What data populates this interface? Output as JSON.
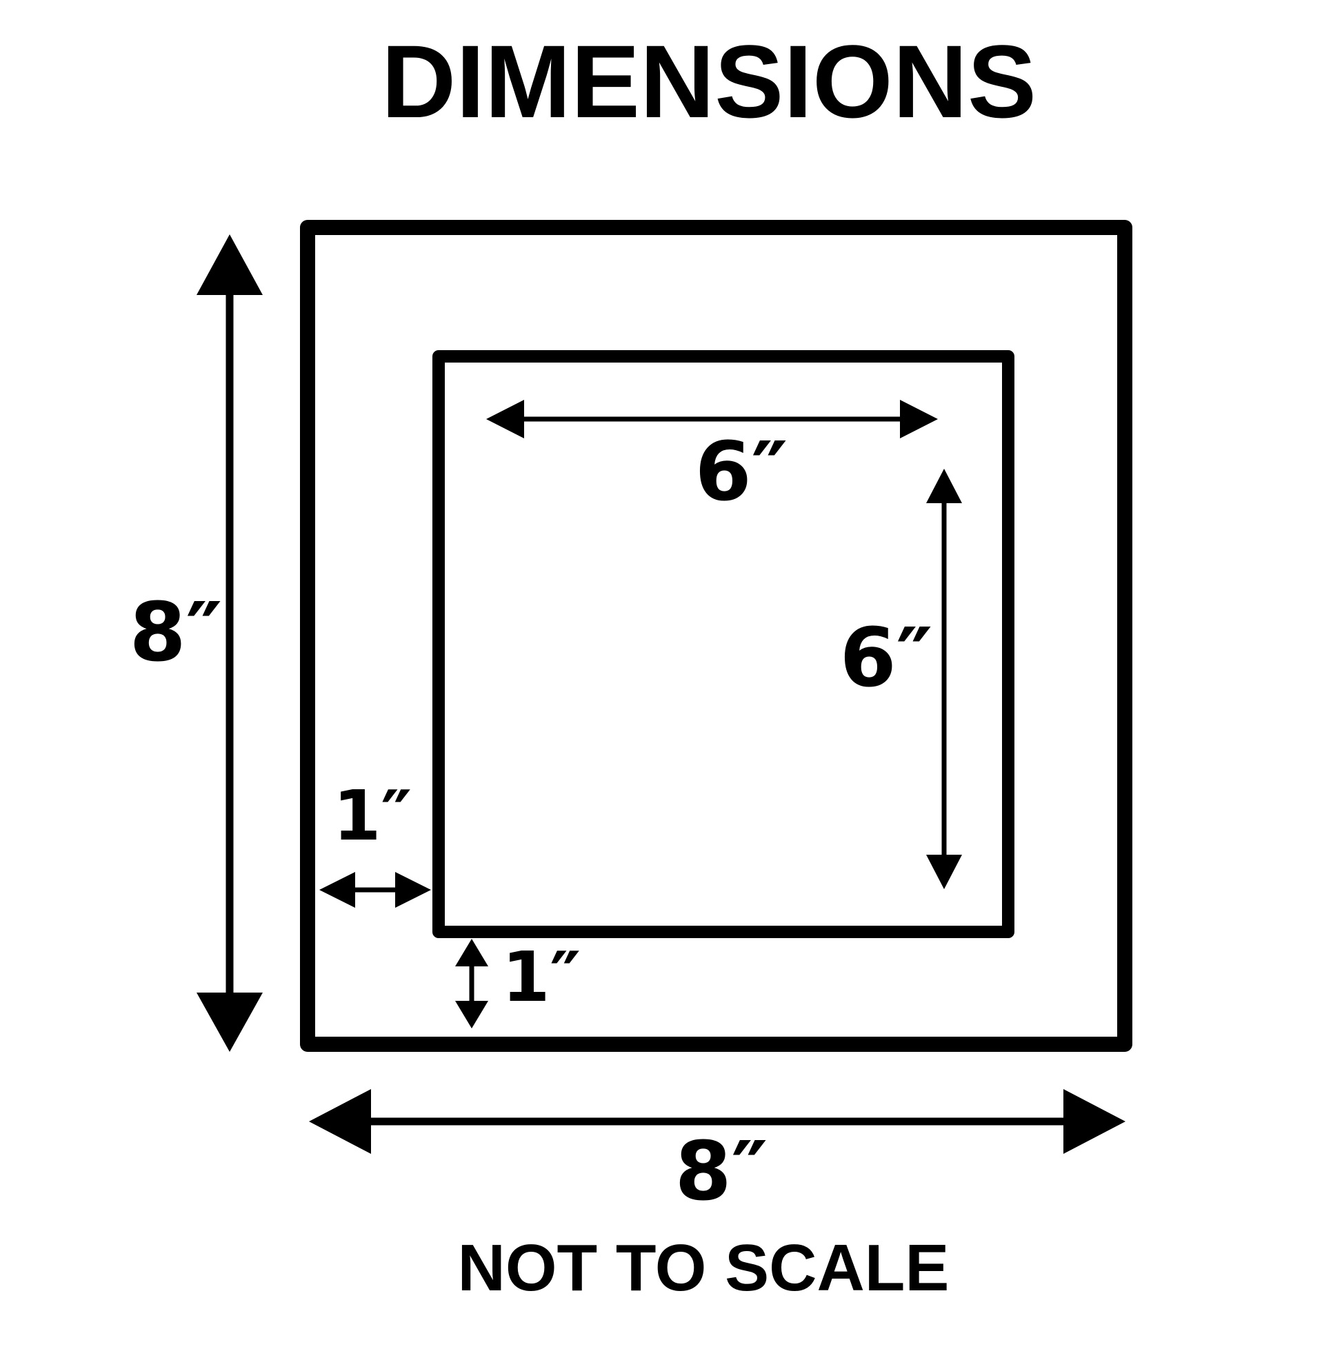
{
  "title": "DIMENSIONS",
  "footer": "NOT TO SCALE",
  "labels": {
    "outer_height": "8″",
    "outer_width": "8″",
    "inner_width": "6″",
    "inner_height": "6″",
    "left_margin": "1″",
    "bottom_margin": "1″"
  },
  "colors": {
    "ink": "#000000",
    "background": "#ffffff"
  }
}
